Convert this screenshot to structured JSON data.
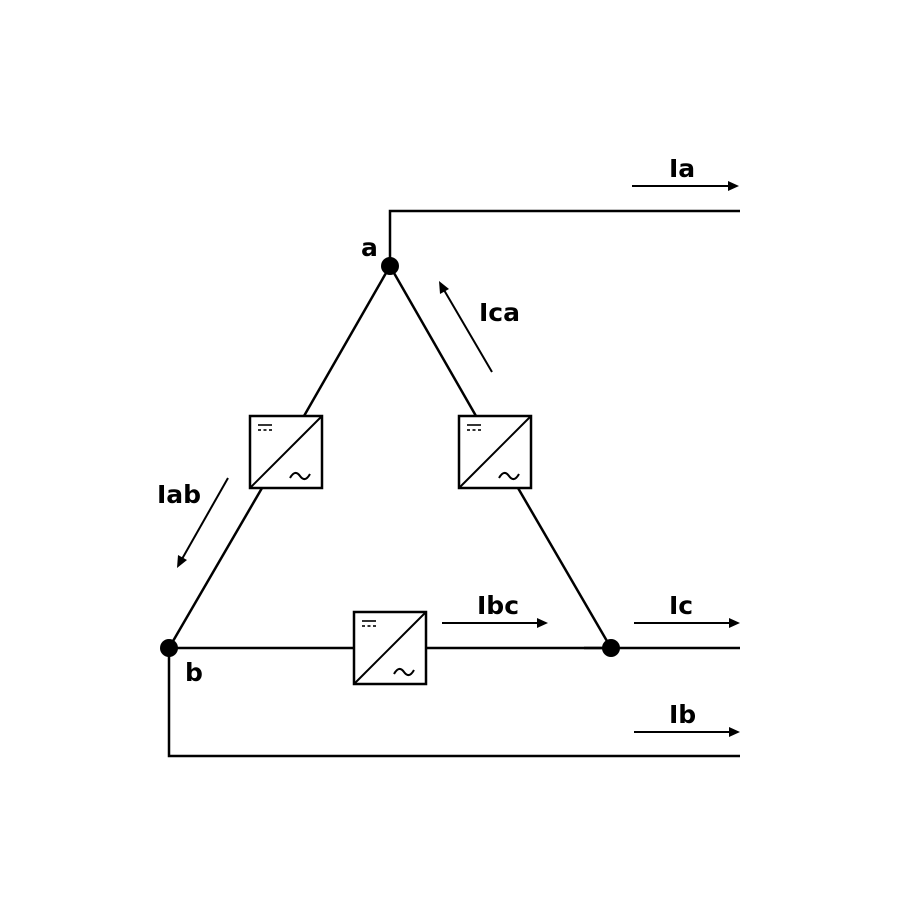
{
  "nodes": {
    "a": "a",
    "b": "b"
  },
  "currents": {
    "ia": "Ia",
    "ib": "Ib",
    "ic": "Ic",
    "iab": "Iab",
    "ibc": "Ibc",
    "ica": "Ica"
  },
  "converter": {
    "icon": "dc-ac-converter-icon"
  }
}
